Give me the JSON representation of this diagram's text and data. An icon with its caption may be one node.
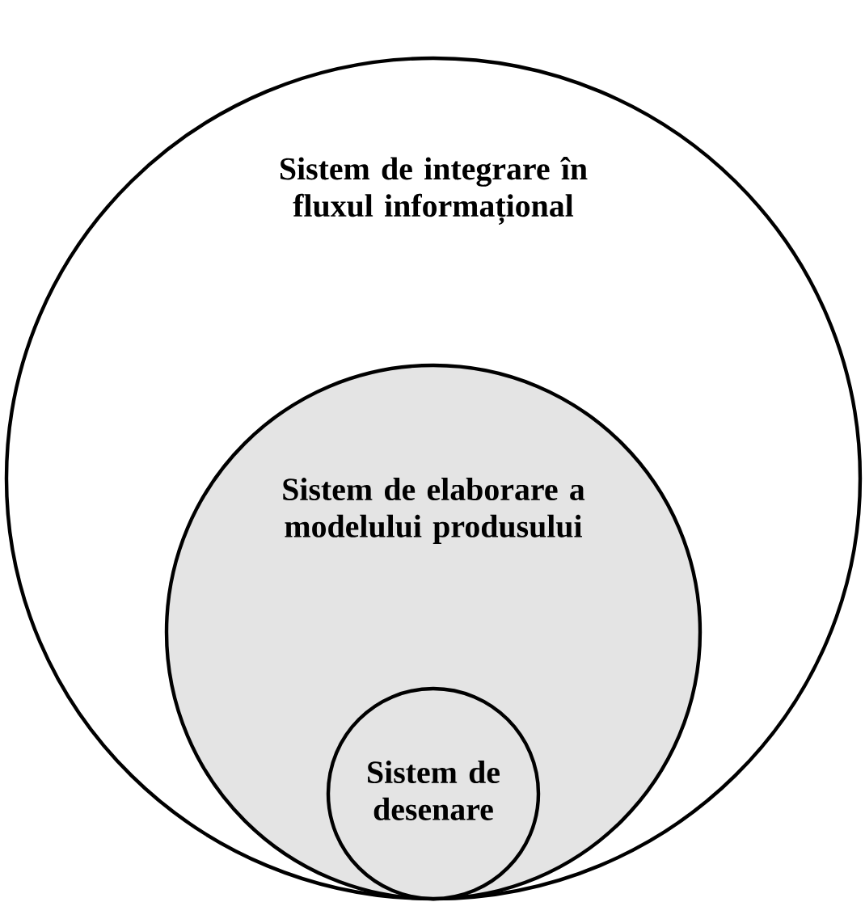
{
  "diagram": {
    "nodes": [
      {
        "text": [
          "Sistem de integrare în fluxul informațional"
        ]
      },
      {
        "text": [
          "Sistem de elaborare a modelului produsului"
        ],
        "in": 0
      },
      {
        "text": [
          "Sistem de desenare"
        ],
        "in": 1
      }
    ]
  }
}
